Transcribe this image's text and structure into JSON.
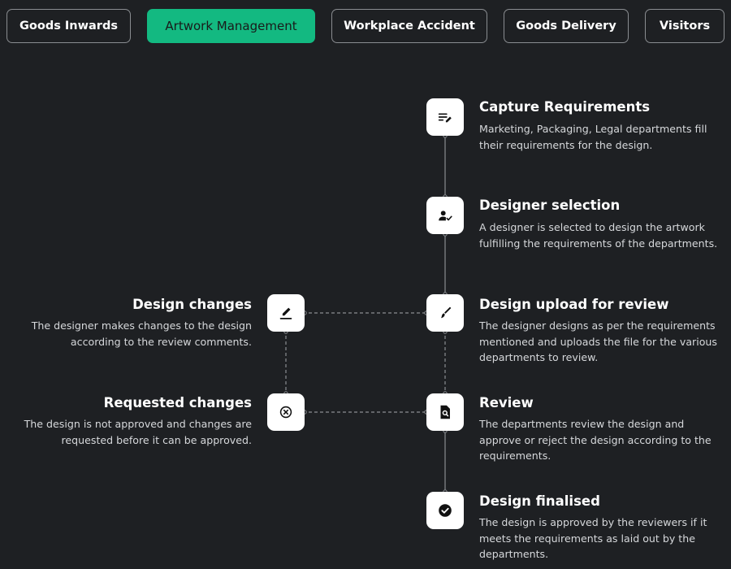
{
  "tabs": [
    {
      "label": "Goods Inwards",
      "active": false
    },
    {
      "label": "Artwork Management",
      "active": true
    },
    {
      "label": "Workplace Accident",
      "active": false
    },
    {
      "label": "Goods Delivery",
      "active": false
    },
    {
      "label": "Visitors",
      "active": false
    }
  ],
  "colors": {
    "background": "#1e2023",
    "accent": "#13b981",
    "node": "#ffffff",
    "connector": "#8a8d91"
  },
  "steps": {
    "capture": {
      "title": "Capture Requirements",
      "desc": "Marketing, Packaging, Legal departments fill their requirements for the design.",
      "icon": "edit-list-icon"
    },
    "designer": {
      "title": "Designer selection",
      "desc": "A designer is selected to design the artwork fulfilling the requirements of the departments.",
      "icon": "user-check-icon"
    },
    "upload": {
      "title": "Design upload for review",
      "desc": "The designer designs as per the requirements mentioned and uploads the file for the various departments to review.",
      "icon": "brush-icon"
    },
    "review": {
      "title": "Review",
      "desc": "The departments review the design and approve or reject the design according to the requirements.",
      "icon": "document-search-icon"
    },
    "finalised": {
      "title": "Design finalised",
      "desc": "The design is approved by the reviewers if it meets the requirements as laid out by the departments.",
      "icon": "check-circle-icon"
    },
    "changes": {
      "title": "Design changes",
      "desc": "The designer makes changes to the design according to the review comments.",
      "icon": "pencil-icon"
    },
    "requested": {
      "title": "Requested changes",
      "desc": "The design is not approved and changes are requested before it can be approved.",
      "icon": "x-circle-icon"
    }
  }
}
